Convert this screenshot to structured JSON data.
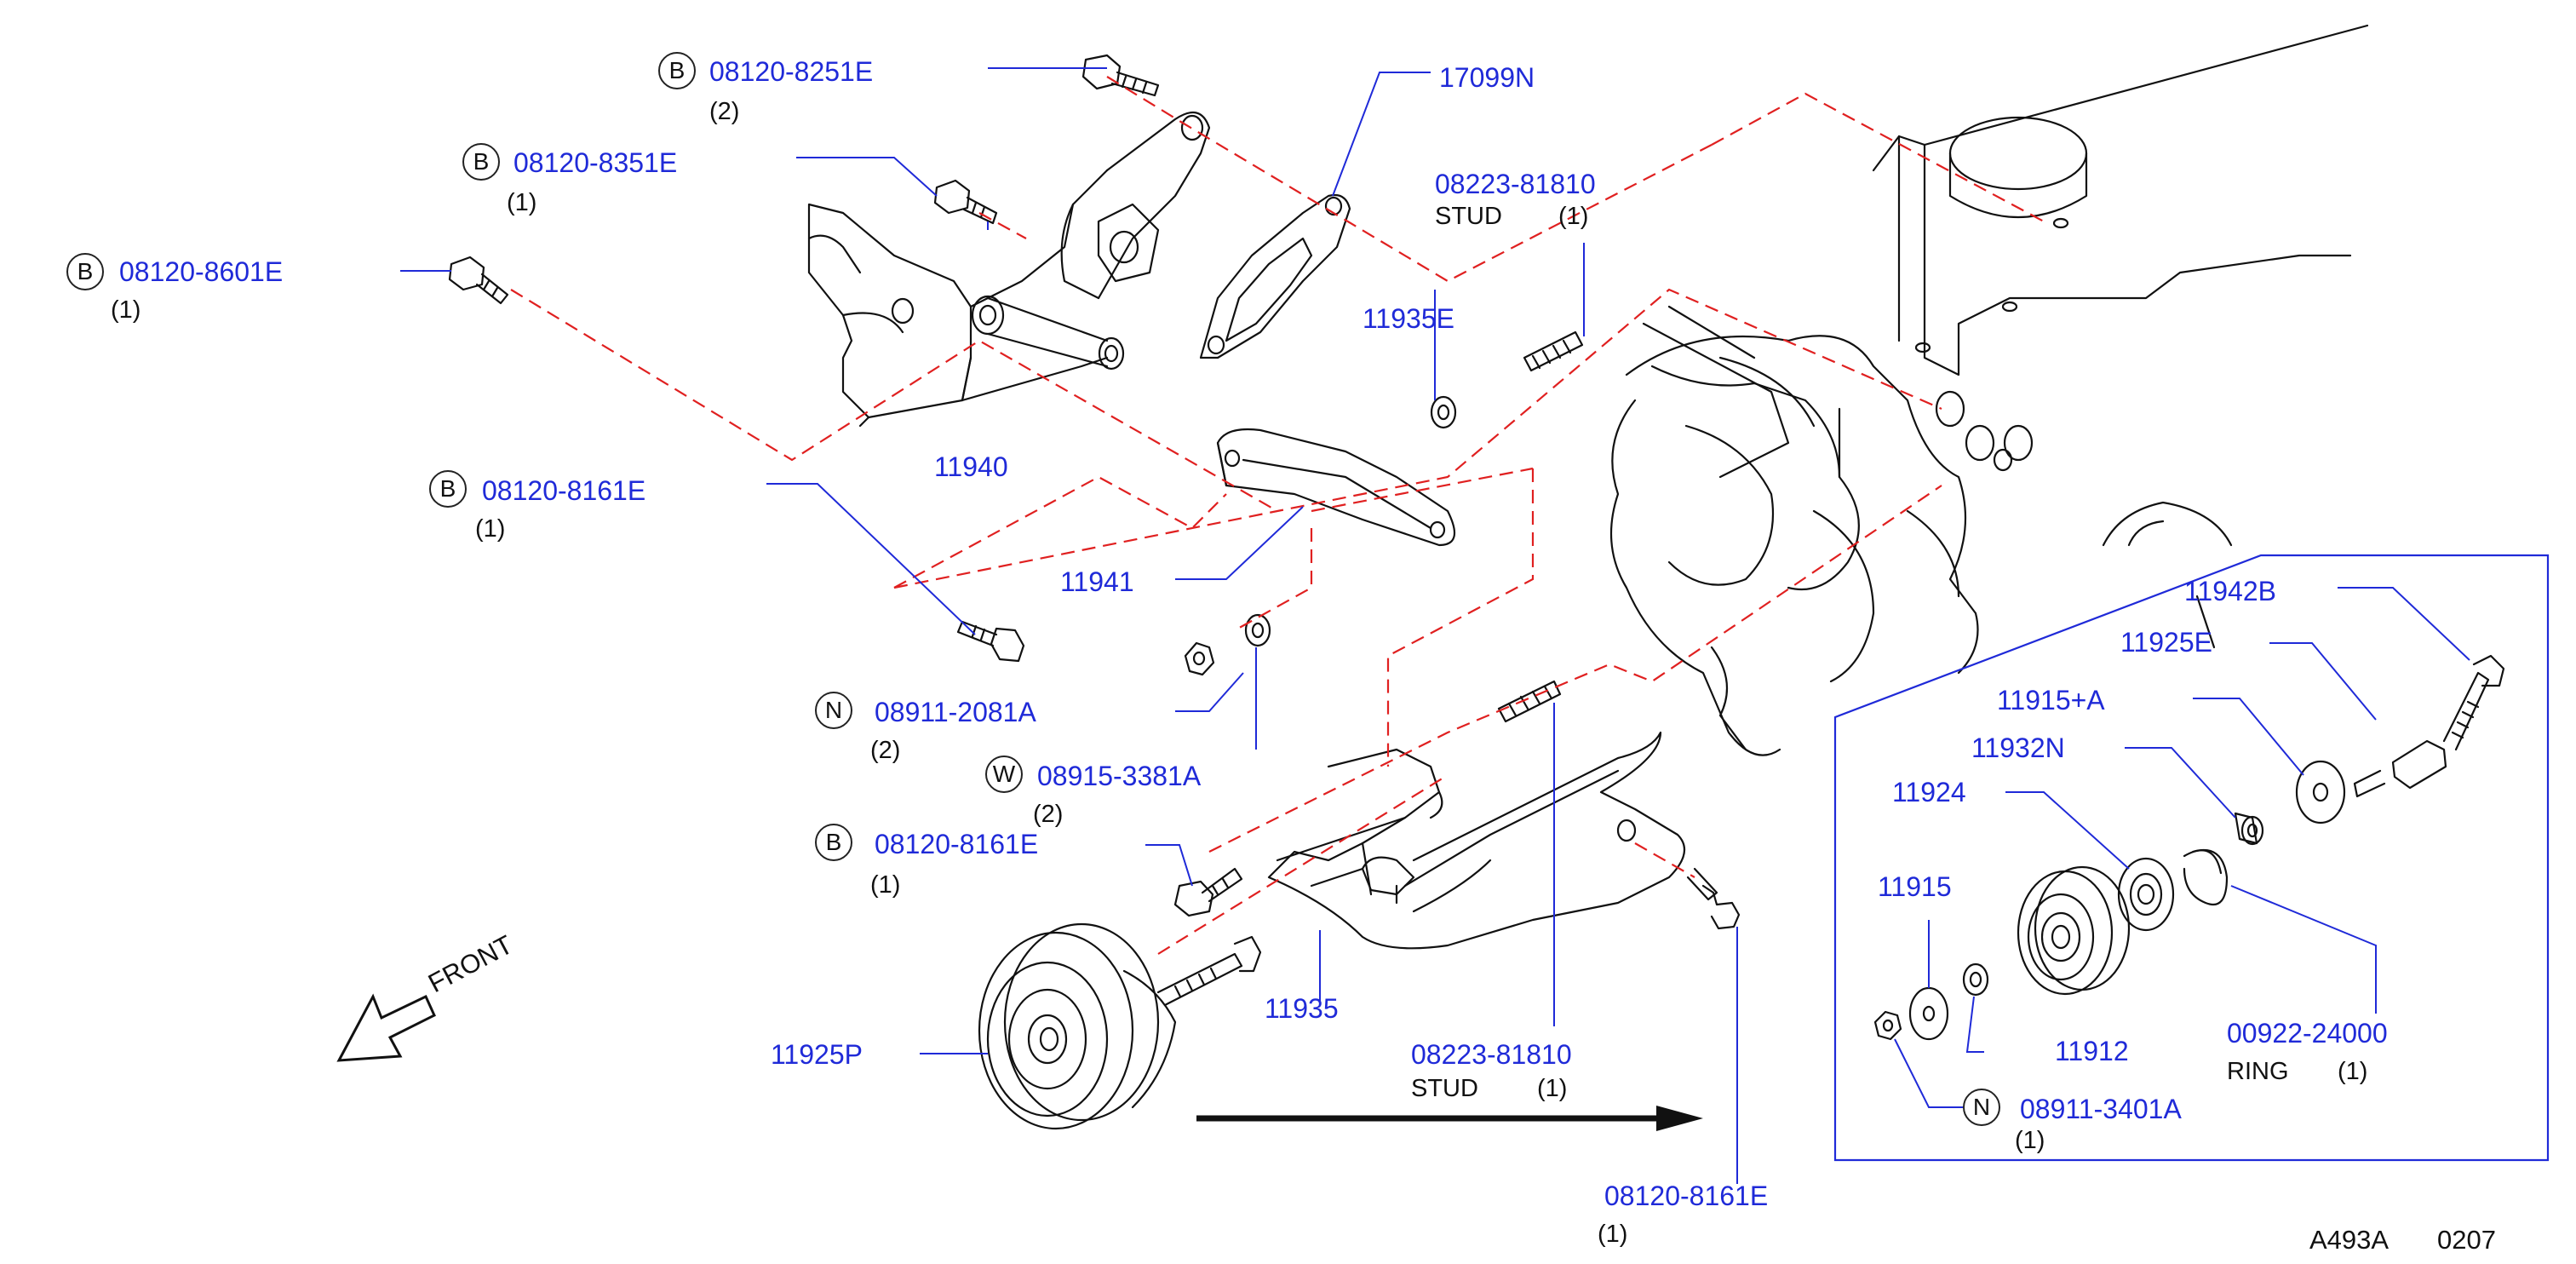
{
  "colors": {
    "part_number": "#1f2ad8",
    "dash_line": "#e02020",
    "leader": "#1f2ad8",
    "outline": "#111111"
  },
  "callouts": [
    {
      "symbol": "B",
      "part": "08120-8251E",
      "qty": "(2)"
    },
    {
      "symbol": "B",
      "part": "08120-8351E",
      "qty": "(1)"
    },
    {
      "symbol": "B",
      "part": "08120-8601E",
      "qty": "(1)"
    },
    {
      "symbol": "B",
      "part": "08120-8161E",
      "qty": "(1)"
    },
    {
      "symbol": "N",
      "part": "08911-2081A",
      "qty": "(2)"
    },
    {
      "symbol": "W",
      "part": "08915-3381A",
      "qty": "(2)"
    },
    {
      "symbol": "B",
      "part": "08120-8161E",
      "qty": "(1)"
    },
    {
      "symbol": "N",
      "part": "08911-3401A",
      "qty": "(1)"
    }
  ],
  "parts": {
    "p17099N": "17099N",
    "p11935E": "11935E",
    "p11940": "11940",
    "p11941": "11941",
    "p11935": "11935",
    "p11925P": "11925P",
    "p11942B": "11942B",
    "p11925E": "11925E",
    "p11915A": "11915+A",
    "p11932N": "11932N",
    "p11924": "11924",
    "p11915": "11915",
    "p11912": "11912",
    "p08120_8161E_bottom": "08120-8161E",
    "qty_bottom": "(1)"
  },
  "stud_top": {
    "part": "08223-81810",
    "name": "STUD",
    "qty": "(1)"
  },
  "stud_bottom": {
    "part": "08223-81810",
    "name": "STUD",
    "qty": "(1)"
  },
  "ring": {
    "part": "00922-24000",
    "name": "RING",
    "qty": "(1)"
  },
  "front_label": "FRONT",
  "drawing_code": "A493A",
  "drawing_rev": "0207"
}
